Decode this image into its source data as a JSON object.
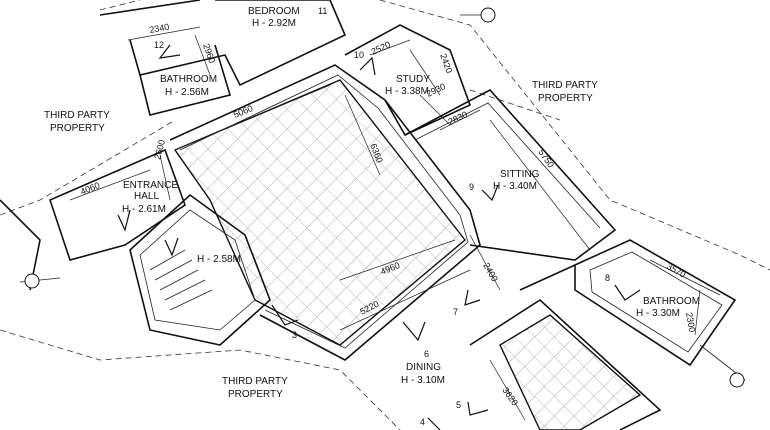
{
  "rooms": {
    "bedroom": {
      "name": "BEDROOM",
      "height": "H - 2.92M",
      "number": "11"
    },
    "bathroom_top": {
      "name": "BATHROOM",
      "height": "H - 2.56M",
      "number": "12"
    },
    "study": {
      "name": "STUDY",
      "height": "H - 3.38M",
      "number": "10"
    },
    "sitting": {
      "name": "SITTING",
      "height": "H - 3.40M",
      "number": "9"
    },
    "entrance_hall": {
      "name_line1": "ENTRANCE",
      "name_line2": "HALL",
      "height": "H - 2.61M"
    },
    "stair": {
      "height": "H - 2.58M"
    },
    "dining": {
      "name": "DINING",
      "height": "H - 3.10M",
      "number": "6"
    },
    "bathroom_right": {
      "name": "BATHROOM",
      "height": "H - 3.30M",
      "number": "8"
    }
  },
  "third_party": {
    "left": {
      "line1": "THIRD PARTY",
      "line2": "PROPERTY"
    },
    "right": {
      "line1": "THIRD PARTY",
      "line2": "PROPERTY"
    },
    "bottom": {
      "line1": "THIRD PARTY",
      "line2": "PROPERTY"
    }
  },
  "dimensions": {
    "d2340": "2340",
    "d2960": "2960",
    "d5060": "5060",
    "d6360": "6360",
    "d2520": "2520",
    "d2420": "2420",
    "d2930": "2930",
    "d2830": "2830",
    "d5750": "5750",
    "d4060": "4060",
    "d2600": "2600",
    "d4960": "4960",
    "d5220": "5220",
    "d2400": "2400",
    "d3570": "3570",
    "d2300": "2300",
    "d3620": "3620"
  },
  "markers": {
    "m3": "3",
    "m4": "4",
    "m5": "5",
    "m7": "7"
  }
}
